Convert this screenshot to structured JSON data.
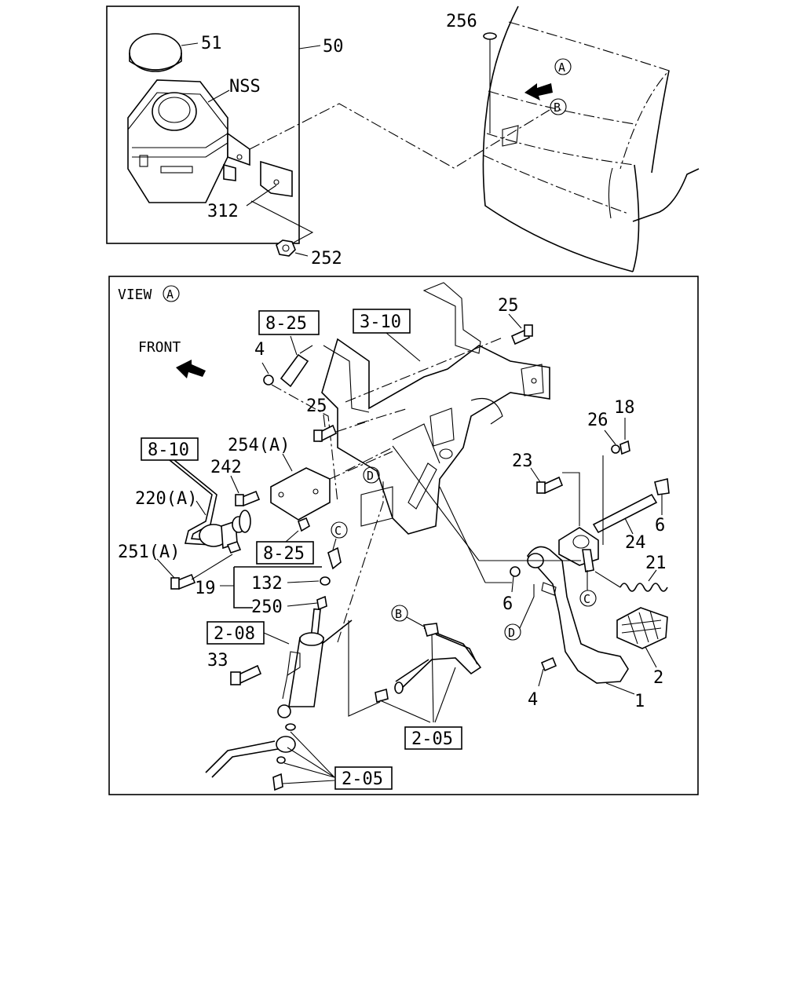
{
  "labels": {
    "l51": "51",
    "l50": "50",
    "nss": "NSS",
    "l312": "312",
    "l252": "252",
    "l256": "256",
    "view": "VIEW",
    "front": "FRONT",
    "l25a": "25",
    "l4a": "4",
    "l25b": "25",
    "l254": "254(A)",
    "l242": "242",
    "l220": "220(A)",
    "l251": "251(A)",
    "l19": "19",
    "l132": "132",
    "l250": "250",
    "l33": "33",
    "l26": "26",
    "l18": "18",
    "l23": "23",
    "l6a": "6",
    "l24": "24",
    "l21": "21",
    "l6b": "6",
    "l2": "2",
    "l4b": "4",
    "l1": "1"
  },
  "refs": {
    "r310": "3-10",
    "r825a": "8-25",
    "r810": "8-10",
    "r825b": "8-25",
    "r208": "2-08",
    "r205a": "2-05",
    "r205b": "2-05"
  },
  "callouts": {
    "a_top": "A",
    "b_top": "B",
    "a_view": "A",
    "d_mid": "D",
    "c_mid": "C",
    "b_low": "B",
    "c_right": "C",
    "d_right": "D"
  },
  "icons": [
    "front-arrow-icon",
    "direction-arrow-icon"
  ]
}
